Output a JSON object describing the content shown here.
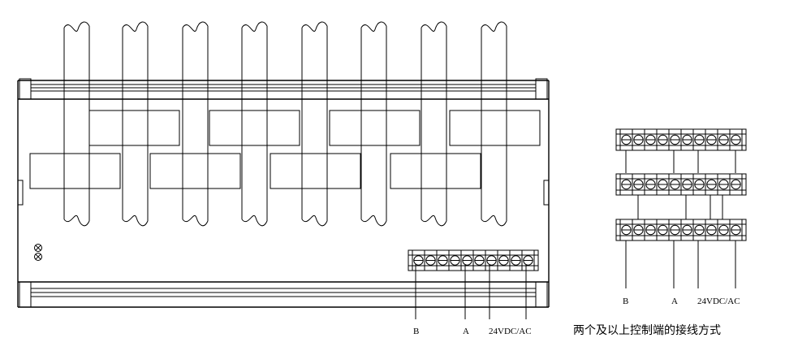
{
  "device": {
    "terminal_labels": {
      "b": "B",
      "a": "A",
      "power": "24VDC/AC"
    }
  },
  "detail": {
    "terminal_labels": {
      "b": "B",
      "a": "A",
      "power": "24VDC/AC"
    },
    "caption": "两个及以上控制端的接线方式"
  }
}
